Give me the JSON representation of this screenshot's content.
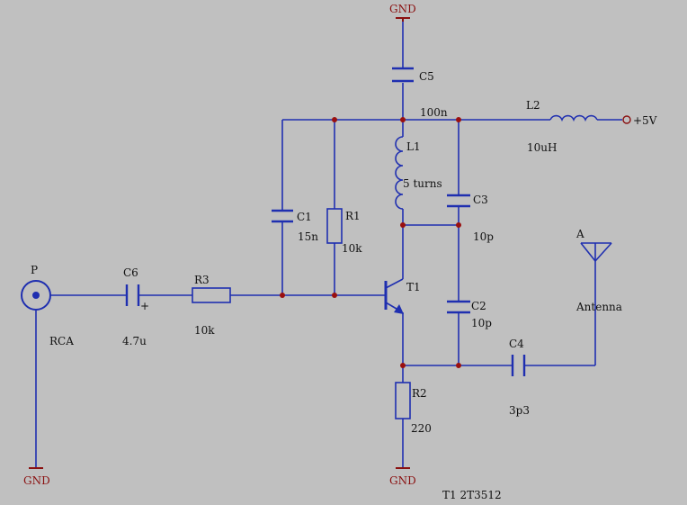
{
  "schematic": {
    "labels": {
      "gnd_top": "GND",
      "gnd_left": "GND",
      "gnd_bottom": "GND",
      "c5": "C5",
      "c5_value": "100n",
      "l2": "L2",
      "l2_value": "10uH",
      "vcc": "+5V",
      "l1": "L1",
      "l1_value": "5 turns",
      "c1": "C1",
      "c1_value": "15n",
      "r1": "R1",
      "r1_value": "10k",
      "c3": "C3",
      "c3_value": "10p",
      "p": "P",
      "rca": "RCA",
      "c6": "C6",
      "c6_polarity": "+",
      "c6_value": "4.7u",
      "r3": "R3",
      "r3_value": "10k",
      "t1": "T1",
      "c2": "C2",
      "c2_value": "10p",
      "antenna_ref": "A",
      "antenna": "Antenna",
      "c4": "C4",
      "c4_value": "3p3",
      "r2": "R2",
      "r2_value": "220",
      "transistor_note": "T1 2T3512"
    },
    "colors": {
      "background": "#c0c0c0",
      "wire": "#1f2fb0",
      "junction": "#9a1010",
      "ground": "#8a1010",
      "text": "#111111"
    }
  }
}
